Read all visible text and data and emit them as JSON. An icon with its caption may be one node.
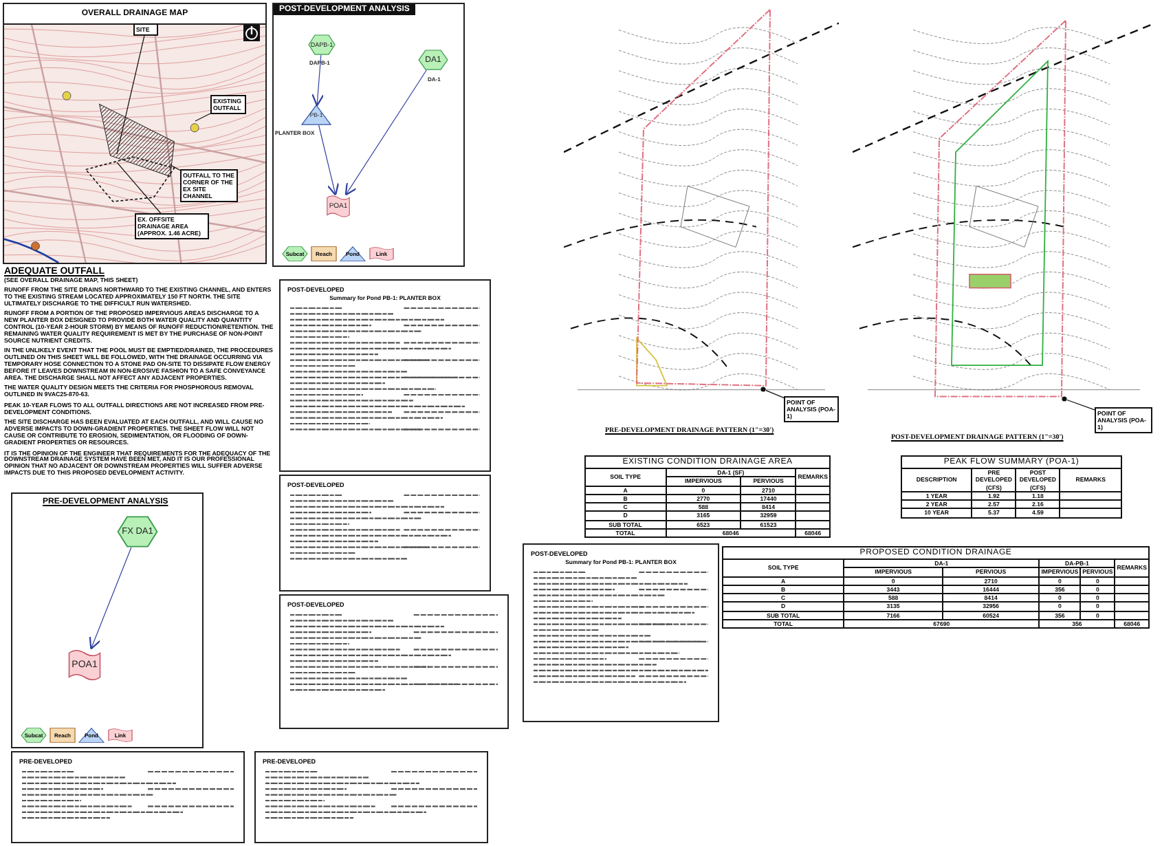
{
  "diagram": {
    "nodes": [
      {
        "text": [
          "OVERALL DRAINAGE MAP"
        ]
      },
      {
        "text": [
          "SITE"
        ],
        "in": 0
      },
      {
        "text": [
          "EXISTING OUTFALL"
        ],
        "in": 0
      },
      {
        "text": [
          "OUTFALL TO THE CORNER OF THE EX SITE CHANNEL"
        ],
        "in": 0
      },
      {
        "text": [
          "EX. OFFSITE DRAINAGE AREA (APPROX. 1.46 ACRE)"
        ],
        "in": 0
      },
      {
        "text": [
          "POST-DEVELOPMENT ANALYSIS"
        ]
      },
      {
        "text": [
          "DAPB-1"
        ],
        "in": 5,
        "beside": [
          "DAPB-1"
        ]
      },
      {
        "text": [
          "DA1"
        ],
        "in": 5,
        "beside": [
          "DA-1"
        ]
      },
      {
        "text": [
          "PB-1"
        ],
        "in": 5,
        "beside": [
          "PLANTER BOX"
        ]
      },
      {
        "text": [
          "POA1"
        ],
        "in": 5
      },
      {
        "text": [
          "PRE-DEVELOPMENT ANALYSIS"
        ]
      },
      {
        "text": [
          "FX DA1"
        ],
        "in": 10
      },
      {
        "text": [
          "POA1"
        ],
        "in": 10
      },
      {
        "text": [
          "POINT OF ANALYSIS (POA-1)"
        ]
      },
      {
        "text": [
          "POINT OF ANALYSIS (POA-1)"
        ]
      },
      {
        "text": [],
        "shape": "circle"
      },
      {
        "text": [],
        "shape": "circle"
      }
    ],
    "edges": [
      {
        "from": 1,
        "to": null,
        "arrow": "none"
      },
      {
        "from": 2,
        "to": null,
        "arrow": "none"
      },
      {
        "from": 3,
        "to": null,
        "arrow": "none"
      },
      {
        "from": 4,
        "to": null,
        "arrow": "none"
      },
      {
        "from": 6,
        "to": 8,
        "arrow": "to",
        "color": "#3340a0"
      },
      {
        "from": 8,
        "to": 9,
        "arrow": "to",
        "color": "#3340a0"
      },
      {
        "from": 7,
        "to": 9,
        "arrow": "to",
        "color": "#3340a0"
      },
      {
        "from": 11,
        "to": 12,
        "arrow": "to",
        "color": "#3340a0"
      },
      {
        "from": 13,
        "to": 15,
        "arrow": "none"
      },
      {
        "from": 14,
        "to": 16,
        "arrow": "none"
      }
    ],
    "labels": [
      "ADEQUATE OUTFALL",
      "(SEE OVERALL DRAINAGE MAP, THIS SHEET)",
      "RUNOFF FROM THE SITE DRAINS NORTHWARD TO THE EXISTING CHANNEL, AND ENTERS TO THE EXISTING STREAM LOCATED APPROXIMATELY 150 FT NORTH. THE SITE ULTIMATELY DISCHARGE TO THE DIFFICULT RUN WATERSHED.",
      "RUNOFF FROM A PORTION OF THE PROPOSED IMPERVIOUS AREAS DISCHARGE TO A NEW PLANTER BOX DESIGNED TO PROVIDE BOTH WATER QUALITY AND QUANTITY CONTROL (10-YEAR 2-HOUR STORM) BY MEANS OF RUNOFF REDUCTION/RETENTION. THE REMAINING WATER QUALITY REQUIREMENT IS MET BY THE PURCHASE OF NON-POINT SOURCE NUTRIENT CREDITS.",
      "IN THE UNLIKELY EVENT THAT THE POOL MUST BE EMPTIED/DRAINED, THE PROCEDURES OUTLINED ON THIS SHEET WILL BE FOLLOWED, WITH THE DRAINAGE OCCURRING VIA TEMPORARY HOSE CONNECTION TO A STONE PAD ON-SITE TO DISSIPATE FLOW ENERGY BEFORE IT LEAVES DOWNSTREAM IN NON-EROSIVE FASHION TO A SAFE CONVEYANCE AREA. THE DISCHARGE SHALL NOT AFFECT ANY ADJACENT PROPERTIES.",
      "THE WATER QUALITY DESIGN MEETS THE CRITERIA FOR PHOSPHOROUS REMOVAL OUTLINED IN 9VAC25-870-63.",
      "PEAK 10-YEAR FLOWS TO ALL OUTFALL DIRECTIONS ARE NOT INCREASED FROM PRE-DEVELOPMENT CONDITIONS.",
      "THE SITE DISCHARGE HAS BEEN EVALUATED AT EACH OUTFALL, AND WILL CAUSE NO ADVERSE IMPACTS TO DOWN-GRADIENT PROPERTIES. THE SHEET FLOW WILL NOT CAUSE OR CONTRIBUTE TO EROSION, SEDIMENTATION, OR FLOODING OF DOWN-GRADIENT PROPERTIES OR RESOURCES.",
      "IT IS THE OPINION OF THE ENGINEER THAT REQUIREMENTS FOR THE ADEQUACY OF THE DOWNSTREAM DRAINAGE SYSTEM HAVE BEEN MET, AND IT IS OUR PROFESSIONAL OPINION THAT NO ADJACENT OR DOWNSTREAM PROPERTIES WILL SUFFER ADVERSE IMPACTS DUE TO THIS PROPOSED DEVELOPMENT ACTIVITY.",
      "POST-DEVELOPED",
      "Summary for Pond PB-1: PLANTER BOX",
      "POST-DEVELOPED",
      "POST-DEVELOPED",
      "POST-DEVELOPED",
      "Summary for Pond PB-1: PLANTER BOX",
      "PRE-DEVELOPED",
      "PRE-DEVELOPED",
      "PRE-DEVELOPMENT DRAINAGE PATTERN (1\"=30')",
      "POST-DEVELOPMENT DRAINAGE PATTERN (1\"=30')",
      "EXISTING CONDITION DRAINAGE AREA",
      "SOIL TYPE",
      "DA-1 (SF)",
      "REMARKS",
      "IMPERVIOUS",
      "PERVIOUS",
      "A",
      "0",
      "2710",
      "B",
      "2770",
      "17440",
      "C",
      "588",
      "8414",
      "D",
      "3165",
      "32959",
      "SUB TOTAL",
      "6523",
      "61523",
      "TOTAL",
      "68046",
      "68046",
      "PEAK FLOW SUMMARY (POA-1)",
      "DESCRIPTION",
      "PRE DEVELOPED (CFS)",
      "POST DEVELOPED (CFS)",
      "REMARKS",
      "1 YEAR",
      "1.92",
      "1.18",
      "2 YEAR",
      "2.57",
      "2.16",
      "10 YEAR",
      "5.37",
      "4.59",
      "PROPOSED CONDITION DRAINAGE",
      "SOIL TYPE",
      "DA-1",
      "DA-PB-1",
      "REMARKS",
      "IMPERVIOUS",
      "PERVIOUS",
      "IMPERVIOUS",
      "PERVIOUS",
      "A",
      "0",
      "2710",
      "0",
      "0",
      "B",
      "3443",
      "16444",
      "356",
      "0",
      "C",
      "588",
      "8414",
      "0",
      "0",
      "D",
      "3135",
      "32956",
      "0",
      "0",
      "SUB TOTAL",
      "7166",
      "60524",
      "356",
      "0",
      "TOTAL",
      "67690",
      "356",
      "68046"
    ],
    "legend": [
      {
        "text": "Subcat"
      },
      {
        "text": "Reach"
      },
      {
        "text": "Pond"
      },
      {
        "text": "Link"
      },
      {
        "text": "Subcat"
      },
      {
        "text": "Reach"
      },
      {
        "text": "Pond"
      },
      {
        "text": "Link"
      }
    ]
  }
}
